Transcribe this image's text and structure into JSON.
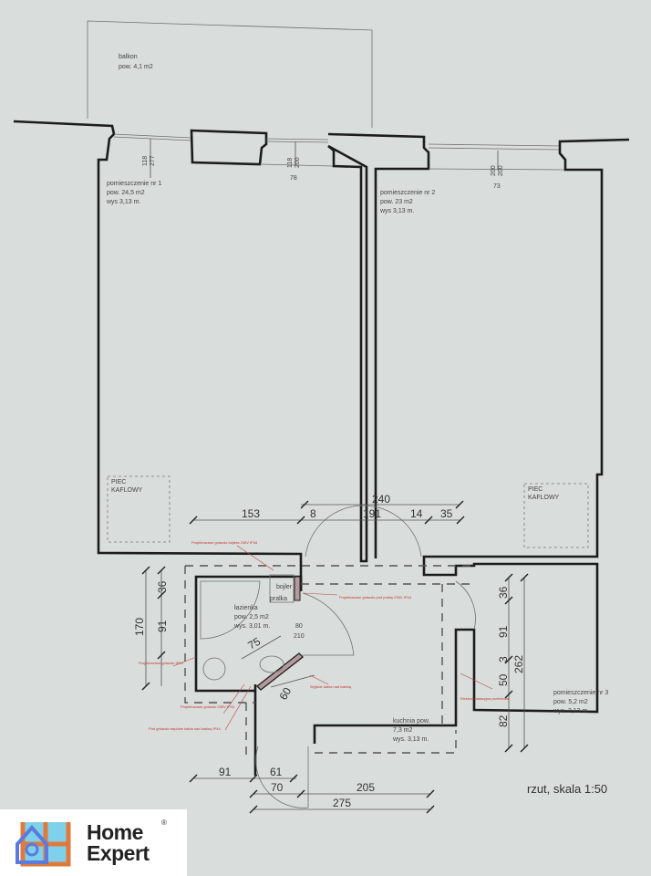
{
  "plan": {
    "scale_label": "rzut, skala 1:50",
    "balcony": {
      "name": "balkon",
      "area": "pow. 4,1 m2"
    },
    "rooms": [
      {
        "name": "pomieszczenie nr 1",
        "area": "pow. 24,5 m2",
        "height": "wys 3,13 m."
      },
      {
        "name": "pomieszczenie nr 2",
        "area": "pow. 23 m2",
        "height": "wys 3,13 m."
      },
      {
        "name": "pomieszczenie nr 3",
        "area": "pow. 5,2 m2",
        "height": "wys. 3,13 m."
      },
      {
        "name": "łazienka",
        "area": "pow. 2,5 m2",
        "height": "wys. 3,01 m."
      },
      {
        "name": "kuchnia pow.",
        "area": "7,3 m2",
        "height": "wys. 3,13 m."
      }
    ],
    "stoves": [
      "PIEC",
      "KAFLOWY"
    ],
    "fixtures": {
      "boiler": "bojler",
      "washer": "pralka"
    },
    "window_dims": {
      "w1": [
        "118",
        "277"
      ],
      "w2": [
        "118",
        "200",
        "78"
      ],
      "w3": [
        "200",
        "200",
        "73"
      ]
    },
    "door_dims": [
      "80",
      "210"
    ],
    "dimensions": {
      "corridor_top": [
        "153",
        "8",
        "191",
        "14",
        "35",
        "240"
      ],
      "bath_left": [
        "36",
        "91",
        "170"
      ],
      "bath_inner": [
        "75",
        "60"
      ],
      "room3": [
        "36",
        "91",
        "3",
        "50",
        "82",
        "262"
      ],
      "bottom": [
        "91",
        "61",
        "70",
        "205",
        "275"
      ]
    },
    "annotations": [
      "Projektowane gniazdo bojlera 230V IP44",
      "Projektowane gniazdo pod pralkę 230V IP44",
      "Projektowane gniazdo IP44",
      "Projektowane gniazdo 230V IP44",
      "Pod gniazdo wspólne kabla nad kabiną IP44",
      "Wyjście kabla nad kabiną",
      "Elektroinstalacyjna przelotowa"
    ]
  },
  "logo": {
    "line1": "Home",
    "line2": "Expert",
    "mark": "®"
  },
  "colors": {
    "background": "#d9dddc",
    "wall": "#1c1c1c",
    "annotation": "#c0392b",
    "logo_orange": "#e07a3a",
    "logo_blue": "#5b7be0"
  }
}
